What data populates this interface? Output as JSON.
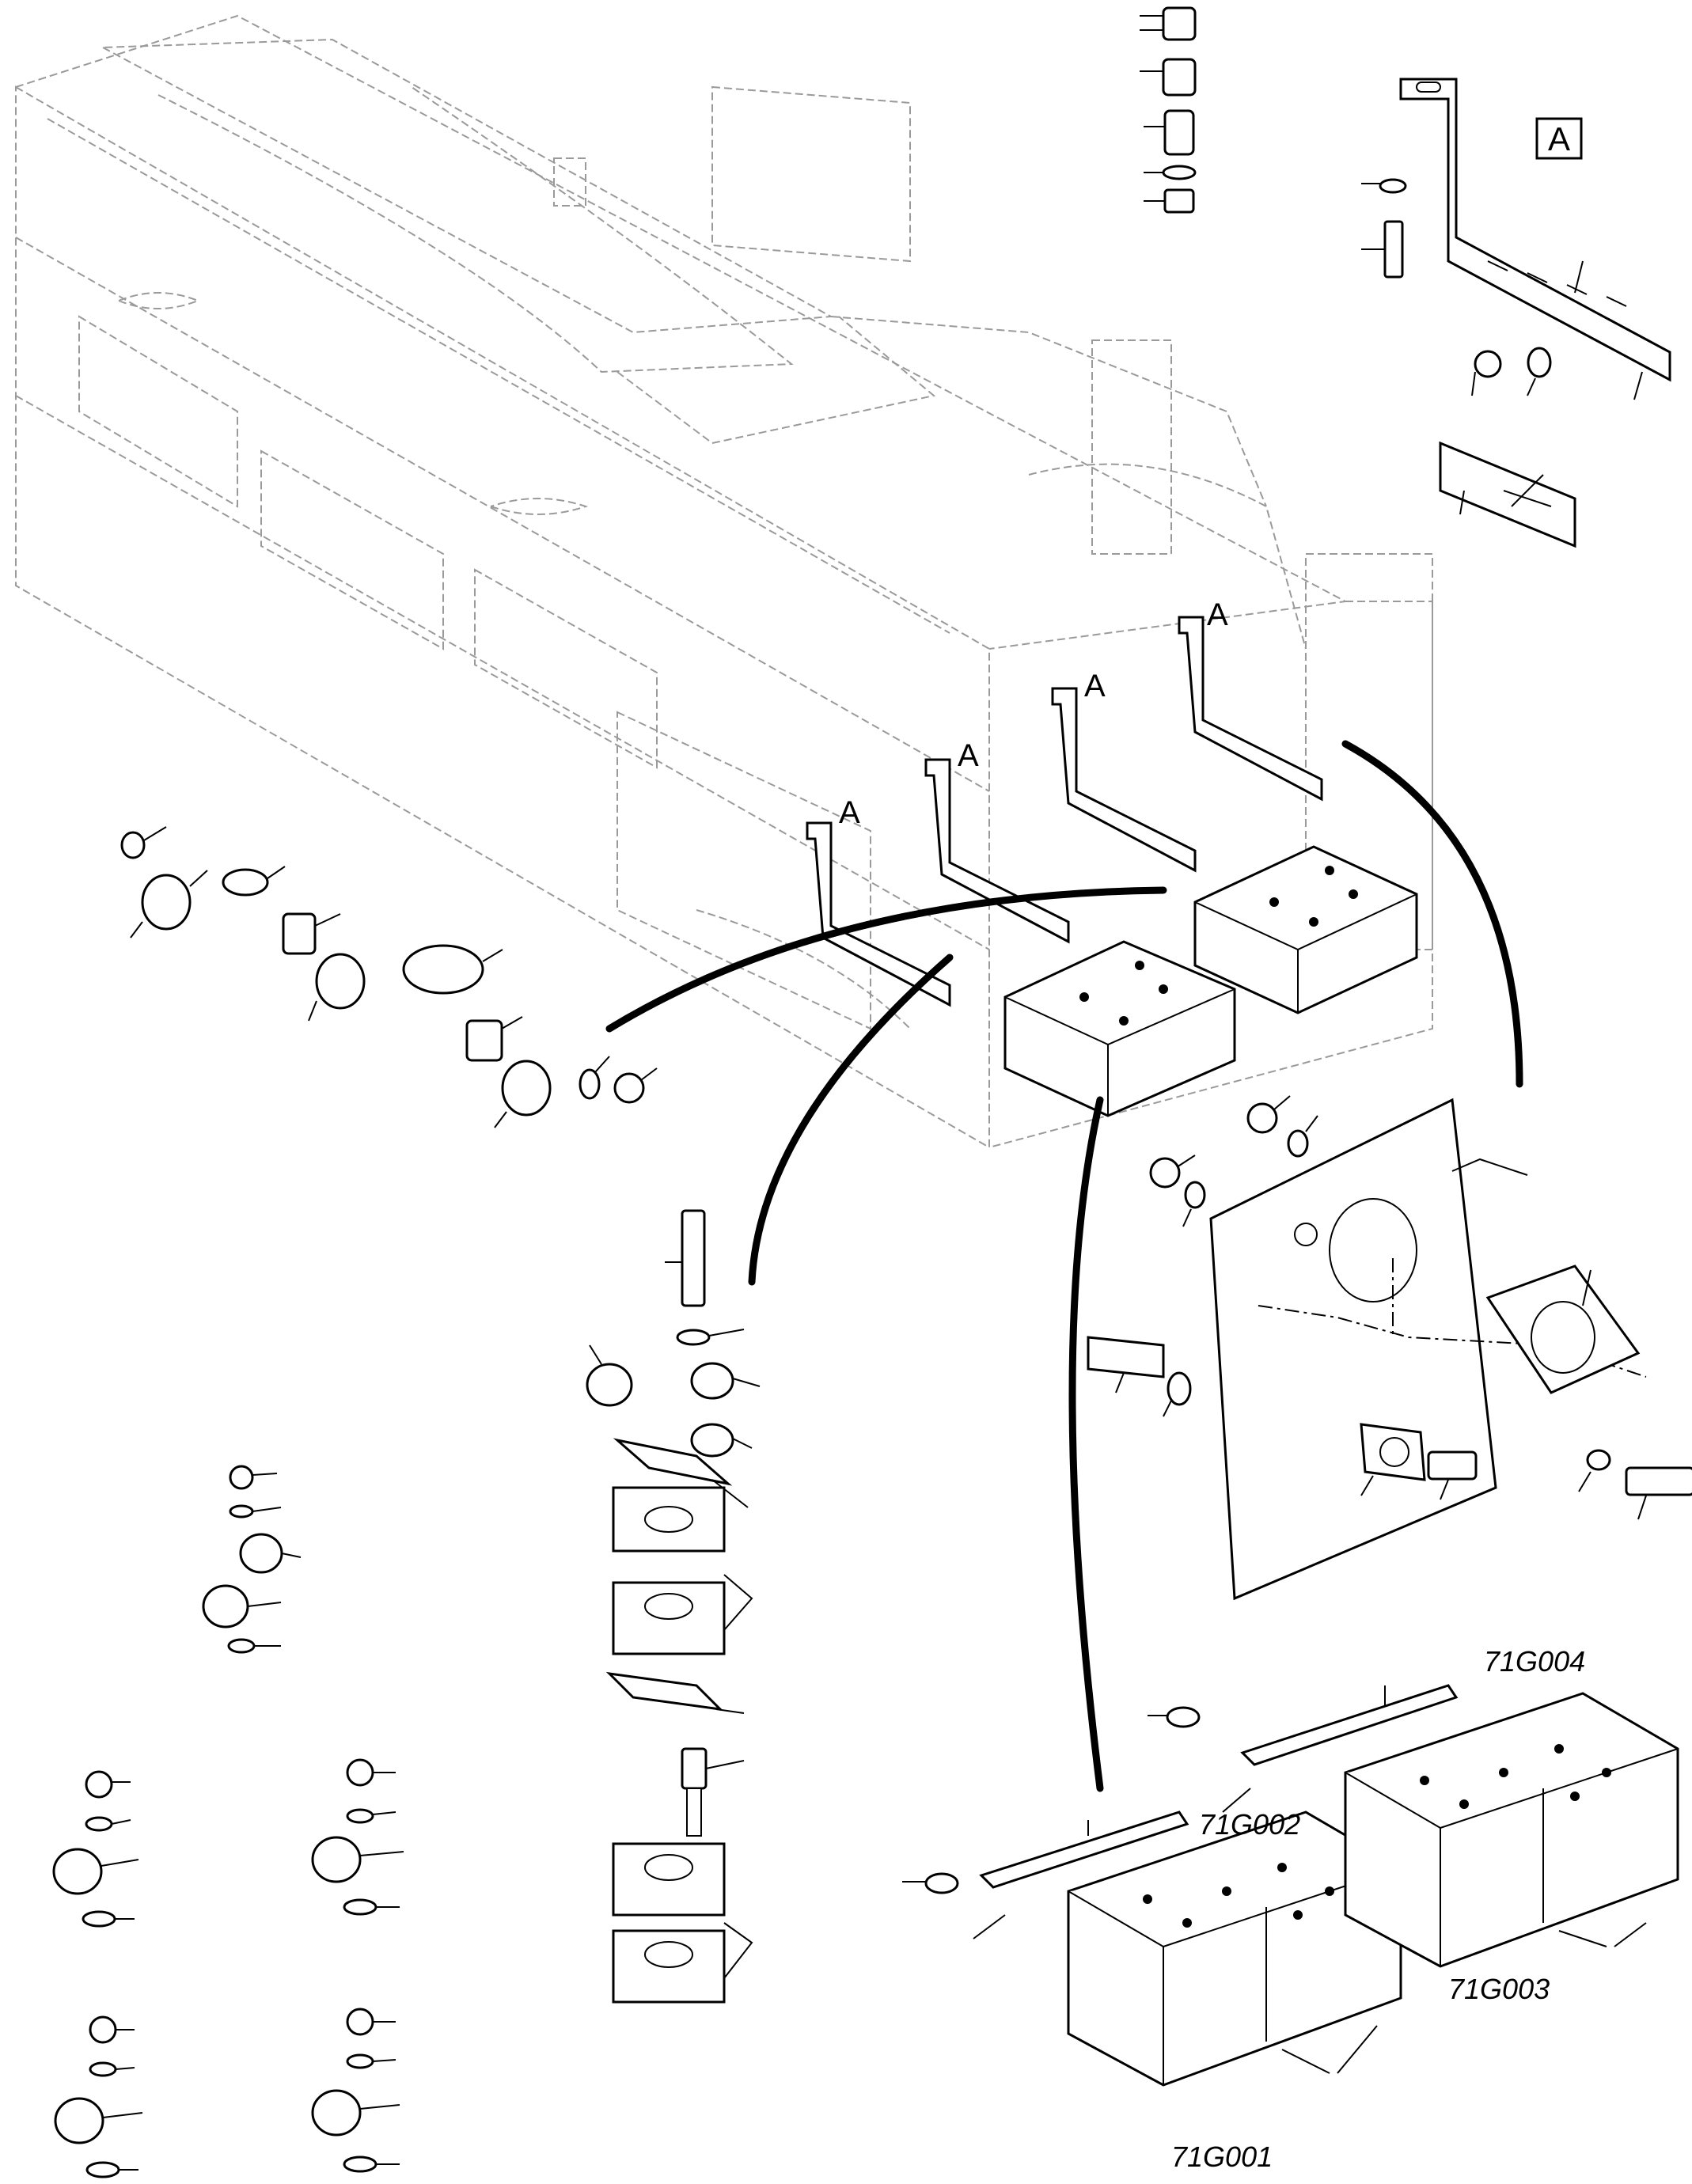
{
  "detail_marker": "A",
  "bracket_marks": [
    "A",
    "A",
    "A",
    "A"
  ],
  "batteries": {
    "battery_1": "71G001",
    "battery_2": "71G002",
    "battery_3": "71G003",
    "battery_4": "71G004"
  }
}
